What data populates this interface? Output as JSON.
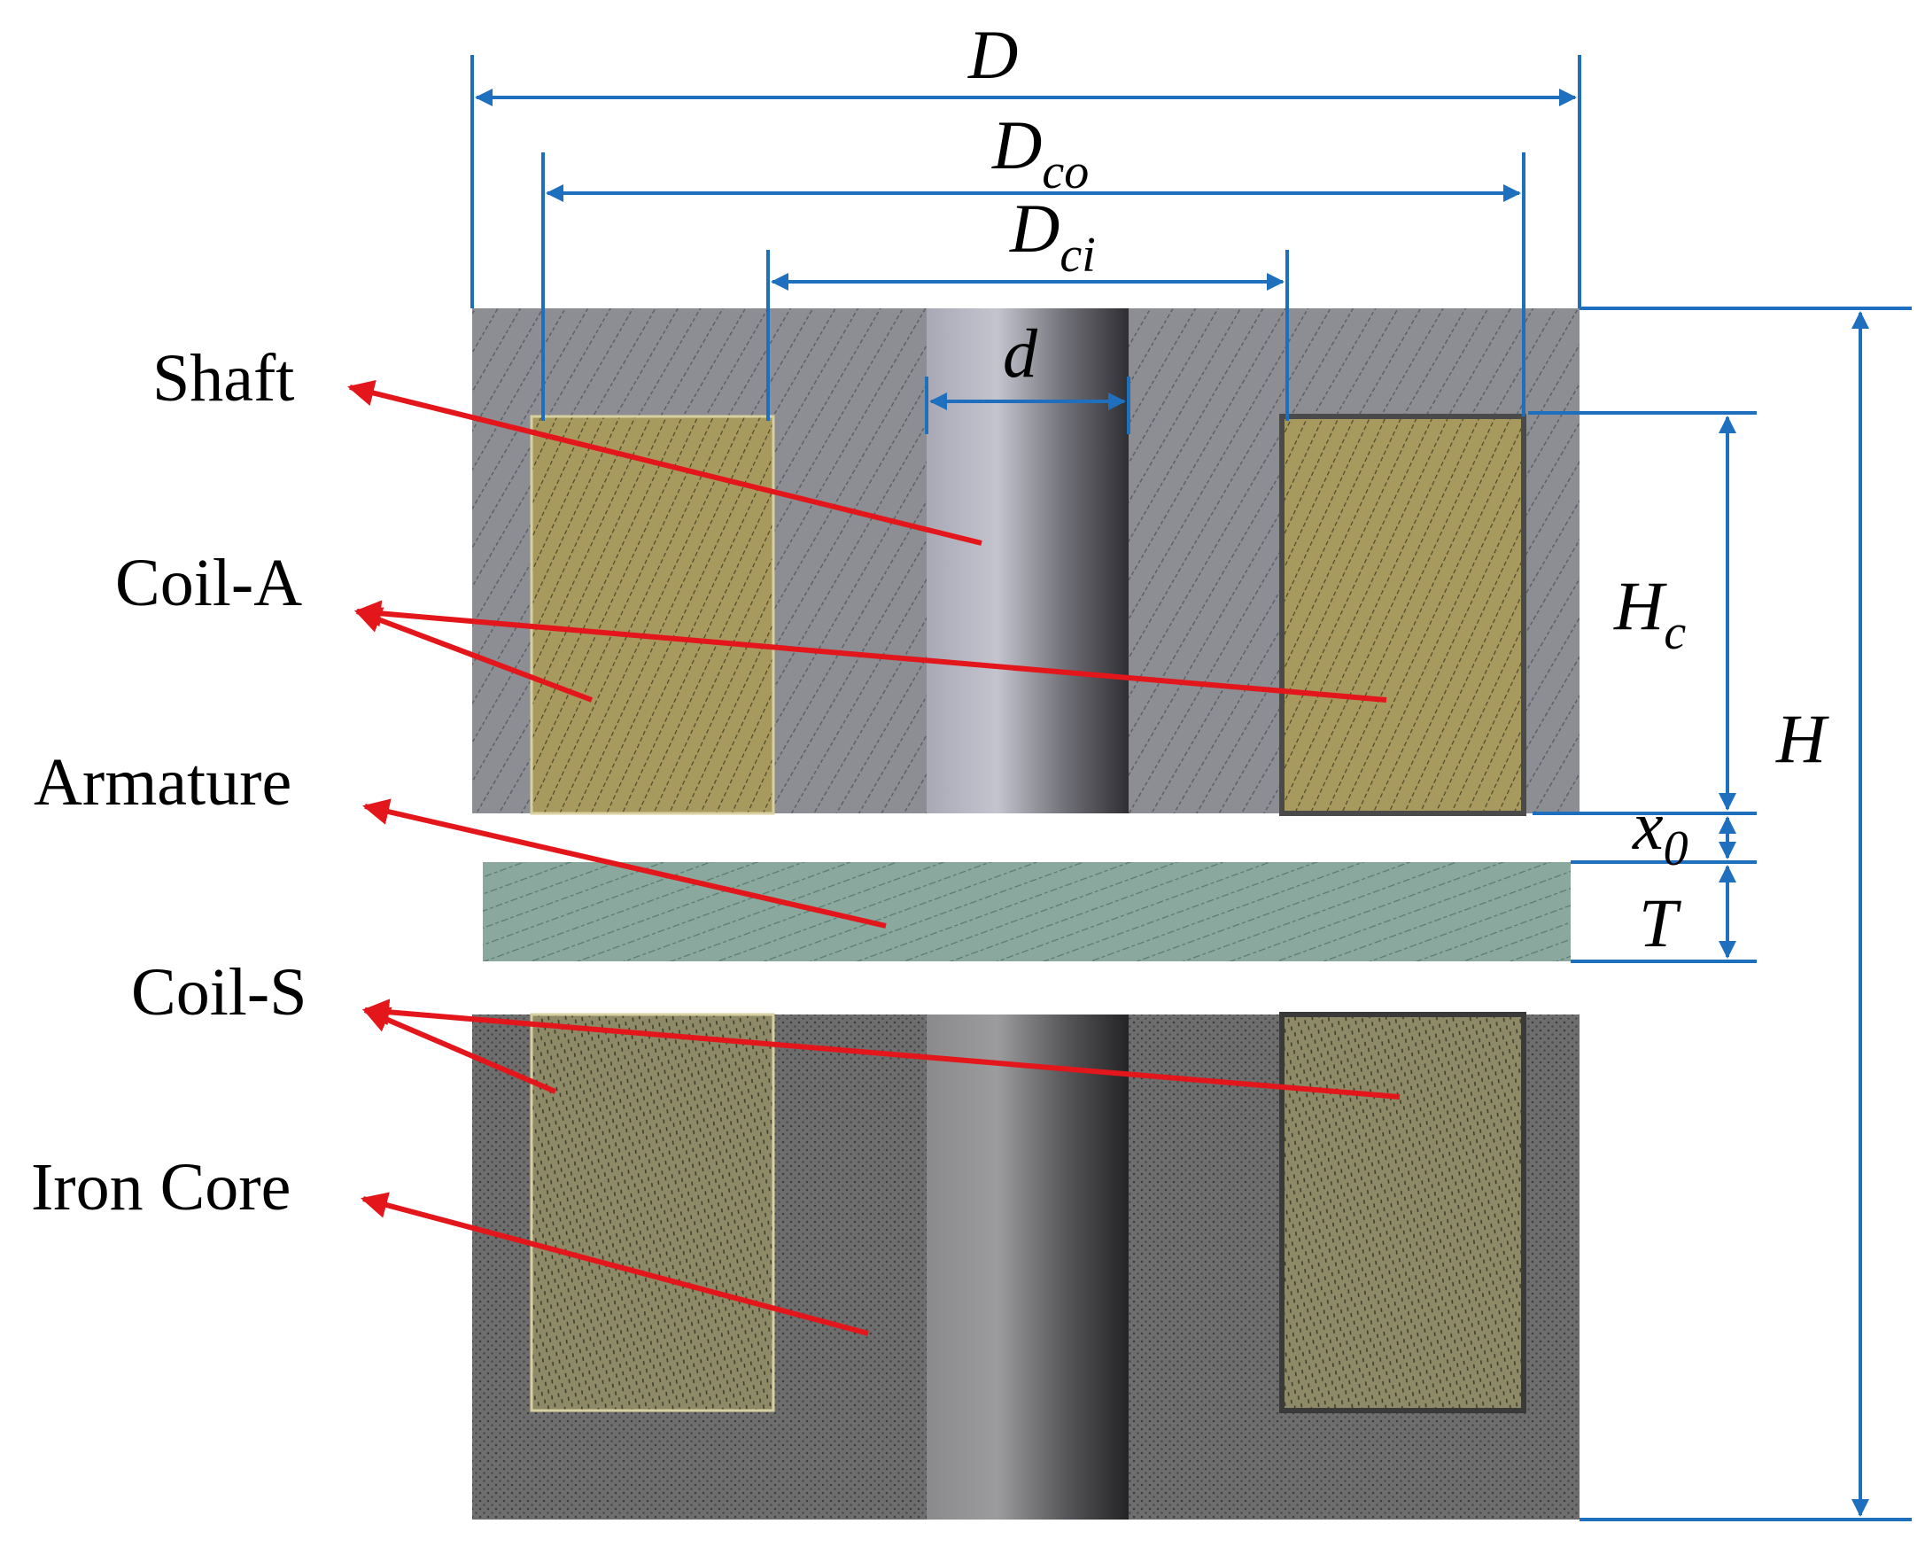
{
  "labels": {
    "shaft": "Shaft",
    "coil_a": "Coil-A",
    "armature": "Armature",
    "coil_s": "Coil-S",
    "iron_core": "Iron Core"
  },
  "dimensions": {
    "D": {
      "base": "D",
      "sub": ""
    },
    "Dco": {
      "base": "D",
      "sub": "co"
    },
    "Dci": {
      "base": "D",
      "sub": "ci"
    },
    "d": {
      "base": "d",
      "sub": ""
    },
    "Hc": {
      "base": "H",
      "sub": "c"
    },
    "H": {
      "base": "H",
      "sub": ""
    },
    "x0": {
      "base": "x",
      "sub": "0"
    },
    "T": {
      "base": "T",
      "sub": ""
    }
  },
  "colors": {
    "dimension_line": "#1f6fbf",
    "leader_arrow": "#e3161b",
    "upper_core": "#8d8d94",
    "lower_core": "#6e6e6e",
    "coil_a": "#a89a5e",
    "coil_s": "#8e8a68",
    "armature": "#8aa89e",
    "shaft_light": "#b9b9c6",
    "shaft_dark": "#2f2f33"
  }
}
